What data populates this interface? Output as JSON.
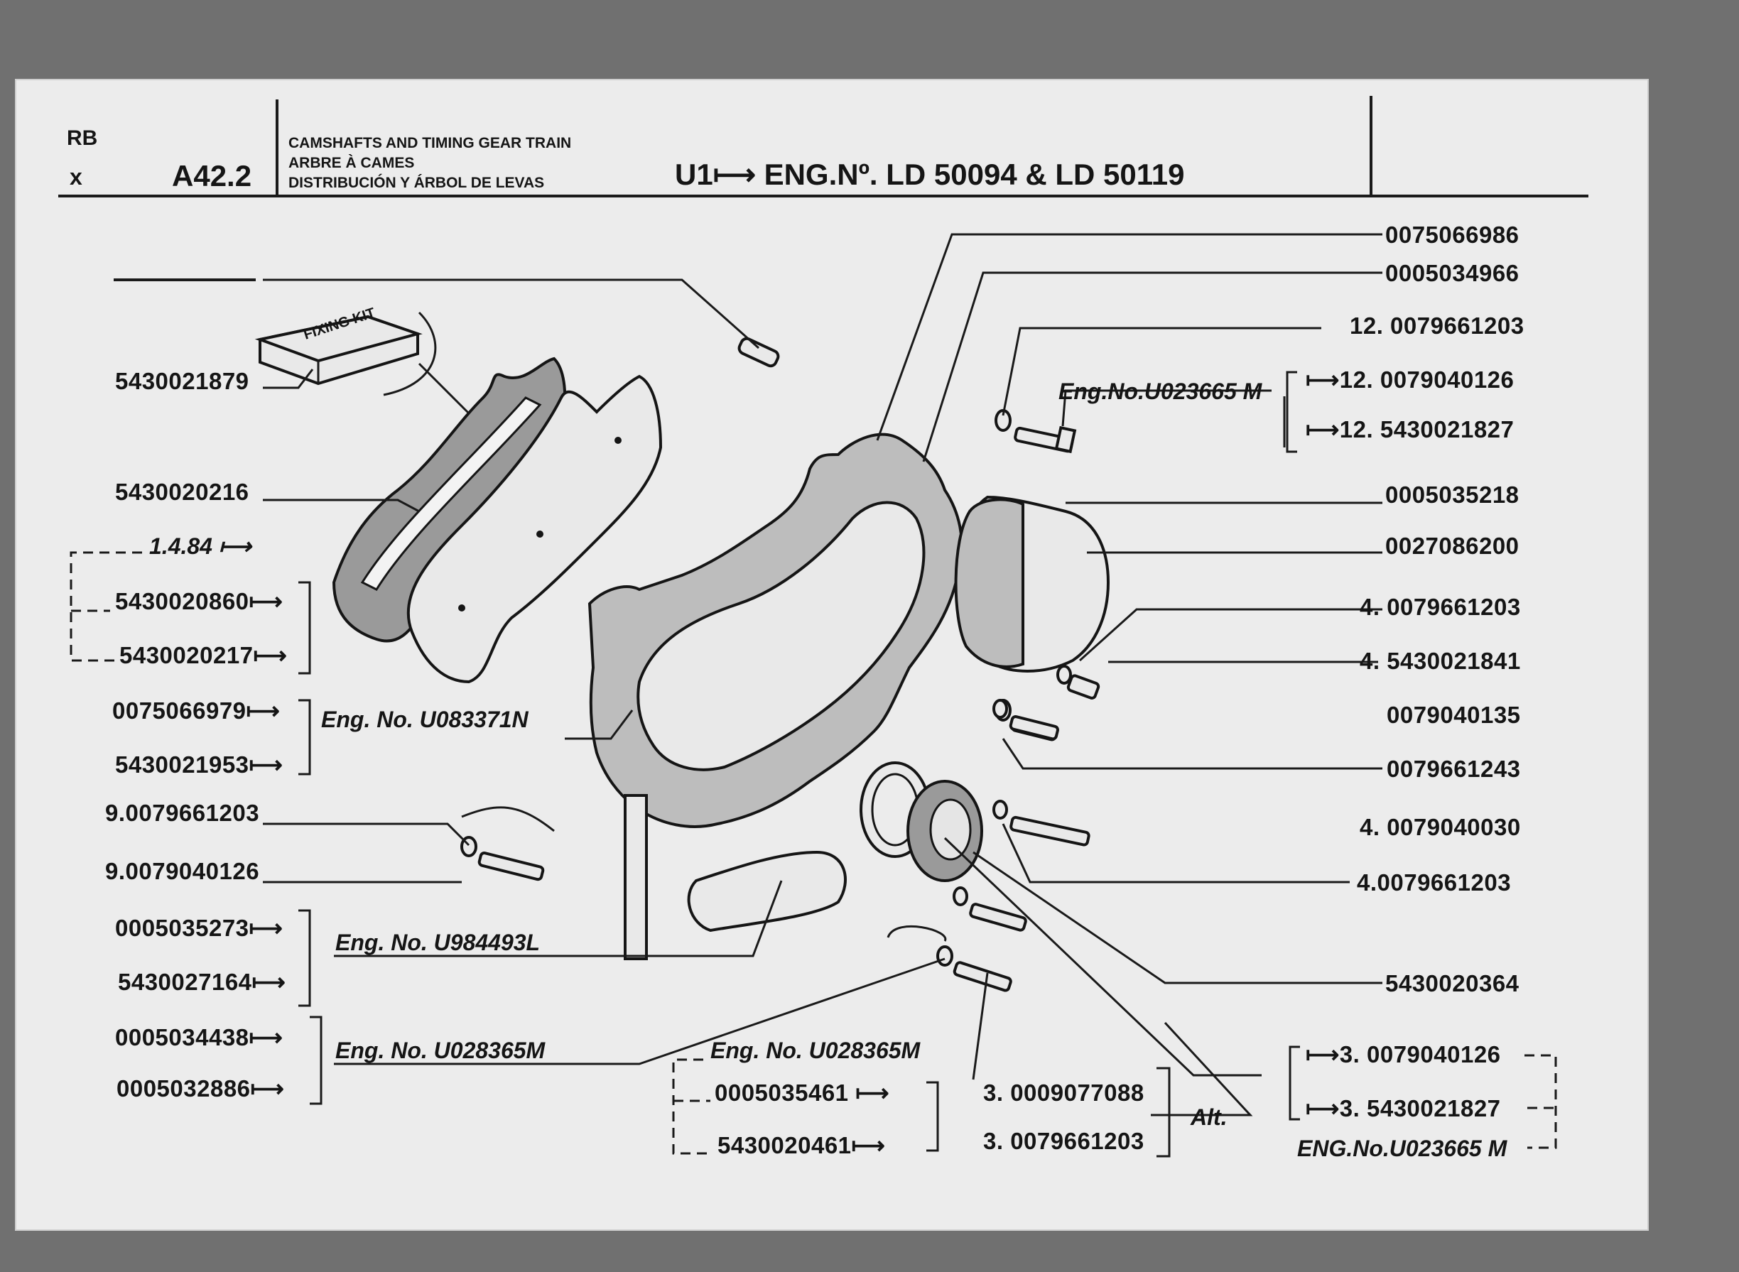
{
  "header": {
    "code_top": "RB",
    "code_bottom": "x",
    "section": "A42.2",
    "title_en": "CAMSHAFTS AND TIMING GEAR TRAIN",
    "title_fr": "ARBRE À CAMES",
    "title_es": "DISTRIBUCIÓN Y ÁRBOL DE LEVAS",
    "applicability": "U1⟼ ENG.Nº. LD 50094 & LD 50119"
  },
  "kit_label": "FIXING KIT",
  "left_labels": [
    {
      "id": "l-5430021879",
      "text": "5430021879"
    },
    {
      "id": "l-5430020216",
      "text": "5430020216"
    },
    {
      "id": "l-date",
      "text": "1.4.84 ⟼"
    },
    {
      "id": "l-5430020860",
      "text": "5430020860⟼"
    },
    {
      "id": "l-5430020217",
      "text": "5430020217⟼"
    },
    {
      "id": "l-0075066979",
      "text": "0075066979⟼"
    },
    {
      "id": "l-5430021953",
      "text": "5430021953⟼"
    },
    {
      "id": "l-9-0079661203",
      "text": "9.0079661203"
    },
    {
      "id": "l-9-0079040126",
      "text": "9.0079040126"
    },
    {
      "id": "l-0005035273",
      "text": "0005035273⟼"
    },
    {
      "id": "l-5430027164",
      "text": "5430027164⟼"
    },
    {
      "id": "l-0005034438",
      "text": "0005034438⟼"
    },
    {
      "id": "l-0005032886",
      "text": "0005032886⟼"
    }
  ],
  "eng_notes": [
    {
      "id": "n-u083371n",
      "text": "Eng. No. U083371N"
    },
    {
      "id": "n-u984493l",
      "text": "Eng. No. U984493L"
    },
    {
      "id": "n-u028365m-left",
      "text": "Eng. No. U028365M"
    },
    {
      "id": "n-u028365m-bottom",
      "text": "Eng. No. U028365M"
    },
    {
      "id": "n-u023665m-top",
      "text": "Eng.No.U023665 M"
    },
    {
      "id": "n-u023665m-bottom",
      "text": "ENG.No.U023665 M"
    },
    {
      "id": "n-alt",
      "text": "Alt."
    }
  ],
  "right_labels": [
    {
      "id": "r-0075066986",
      "text": "0075066986"
    },
    {
      "id": "r-0005034966",
      "text": "0005034966"
    },
    {
      "id": "r-12-0079661203",
      "text": "12. 0079661203"
    },
    {
      "id": "r-12-0079040126",
      "text": "⟼12. 0079040126"
    },
    {
      "id": "r-12-5430021827",
      "text": "⟼12. 5430021827"
    },
    {
      "id": "r-0005035218",
      "text": "0005035218"
    },
    {
      "id": "r-0027086200",
      "text": "0027086200"
    },
    {
      "id": "r-4-0079661203a",
      "text": "4. 0079661203"
    },
    {
      "id": "r-4-5430021841",
      "text": "4. 5430021841"
    },
    {
      "id": "r-0079040135",
      "text": "0079040135"
    },
    {
      "id": "r-0079661243",
      "text": "0079661243"
    },
    {
      "id": "r-4-0079040030",
      "text": "4. 0079040030"
    },
    {
      "id": "r-4-0079661203b",
      "text": "4.0079661203"
    },
    {
      "id": "r-5430020364",
      "text": "5430020364"
    },
    {
      "id": "r-3-0079040126",
      "text": "⟼3. 0079040126"
    },
    {
      "id": "r-3-5430021827",
      "text": "⟼3. 5430021827"
    }
  ],
  "bottom_labels": [
    {
      "id": "b-0005035461",
      "text": "0005035461 ⟼"
    },
    {
      "id": "b-5430020461",
      "text": "5430020461⟼"
    },
    {
      "id": "b-3-0009077088",
      "text": "3. 0009077088"
    },
    {
      "id": "b-3-0079661203",
      "text": "3. 0079661203"
    }
  ]
}
